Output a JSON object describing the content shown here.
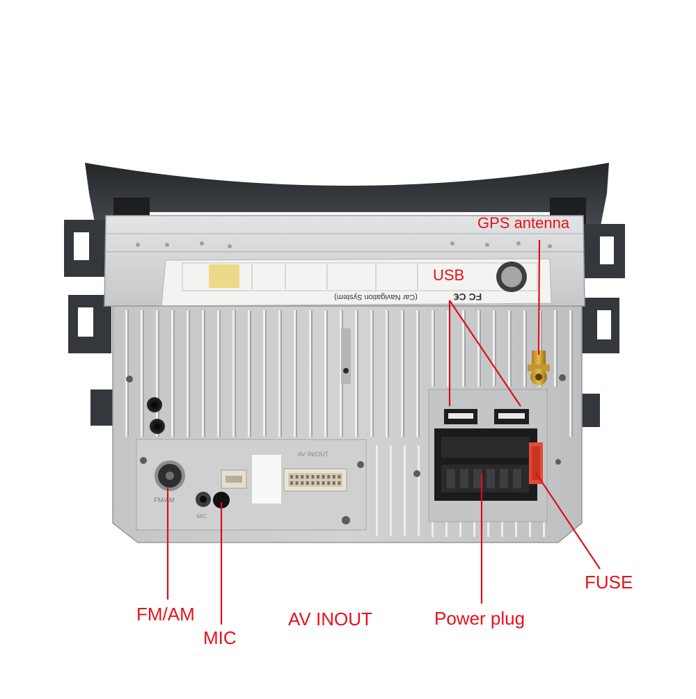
{
  "photo": {
    "label_sticker": {
      "ce_mark": "FC C€",
      "title": "(Car Navigation System)"
    },
    "port_marks": {
      "fm_am": "FM/AM",
      "mic": "MIC",
      "av": "AV IN/OUT"
    }
  },
  "callouts": {
    "gps_antenna": "GPS antenna",
    "usb": "USB",
    "fuse": "FUSE",
    "power_plug": "Power plug",
    "fm_am": "FM/AM",
    "mic": "MIC",
    "av_inout": "AV INOUT"
  },
  "colors": {
    "callout_text": "#e8101a",
    "callout_line": "#d8101a",
    "housing": "#c9cacb",
    "bracket": "#2d3033",
    "connector": "#1b1b1d",
    "fuse": "#e34a3a"
  }
}
